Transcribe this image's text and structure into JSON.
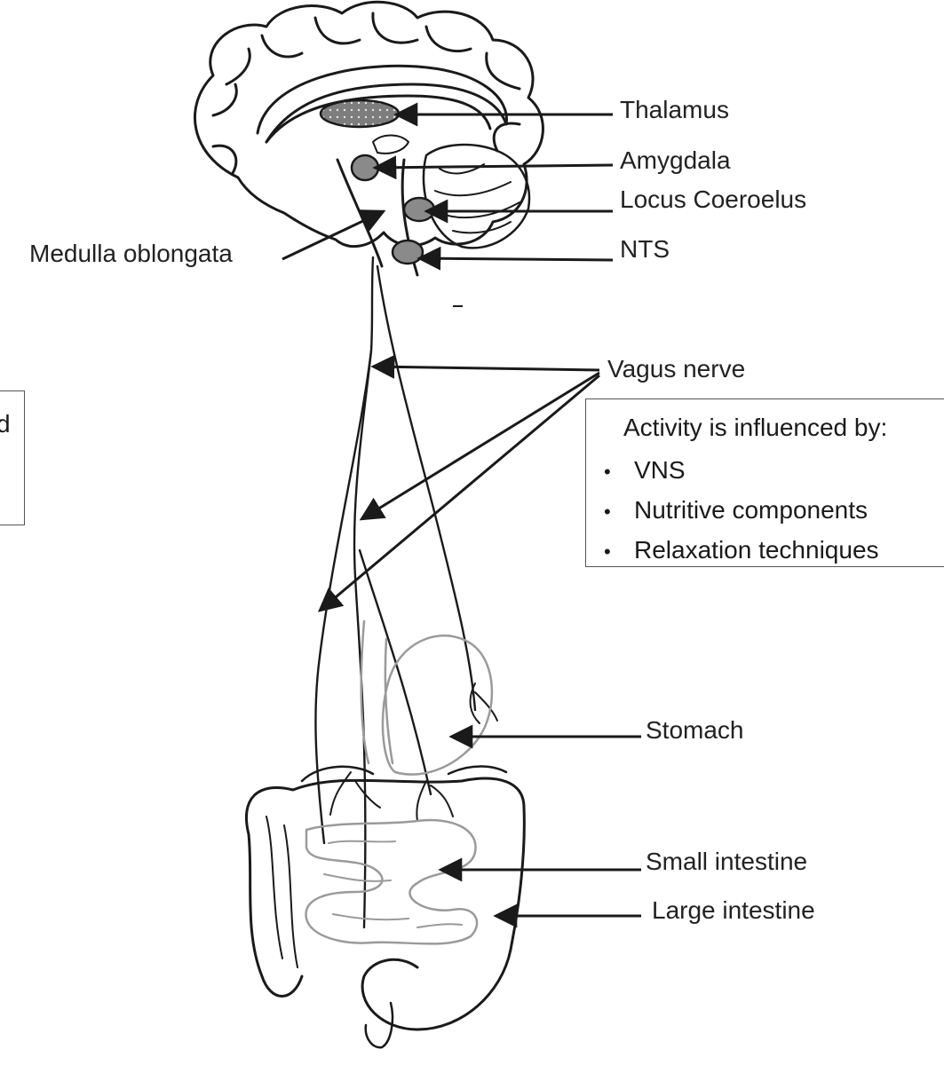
{
  "labels": {
    "thalamus": "Thalamus",
    "amygdala": "Amygdala",
    "locus": "Locus Coeroelus",
    "nts": "NTS",
    "medulla": "Medulla oblongata",
    "vagus": "Vagus nerve",
    "stomach": "Stomach",
    "small_intestine": "Small intestine",
    "large_intestine": "Large intestine"
  },
  "info_box": {
    "title": "Activity is influenced by:",
    "items": [
      "VNS",
      "Nutritive components",
      "Relaxation techniques"
    ]
  },
  "side_box": {
    "fragment": "d"
  },
  "colors": {
    "ink": "#1a1a1a",
    "nucleus_fill": "#8a8a8a",
    "organ_line": "#9a9a9a"
  }
}
